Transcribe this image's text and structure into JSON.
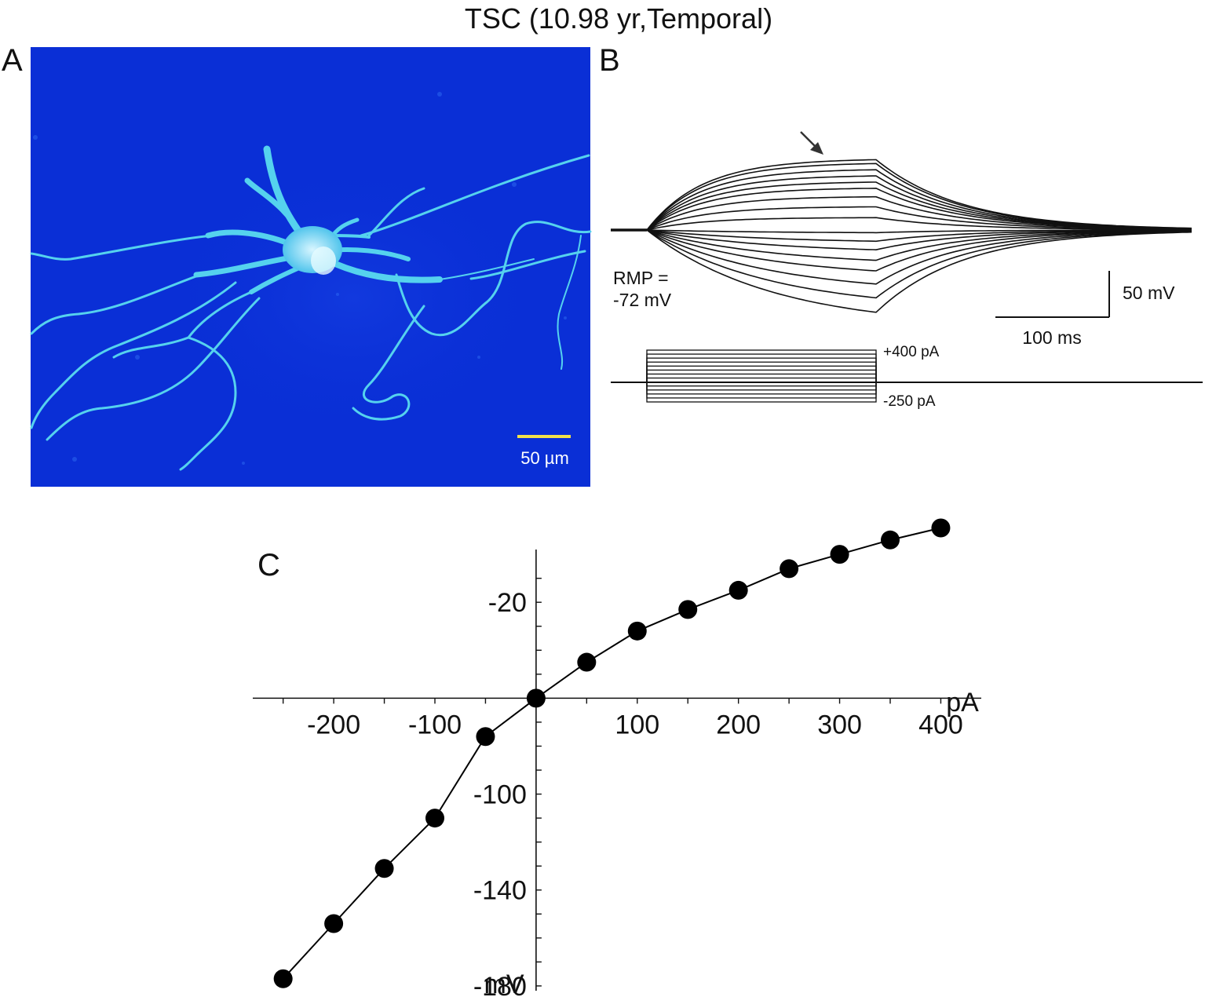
{
  "figure": {
    "title": "TSC (10.98 yr,Temporal)"
  },
  "panel_a": {
    "letter": "A",
    "image_type": "fluorescent micrograph of a biocytin-filled cell on dark blue background",
    "colors": {
      "background": "#0a2fd6",
      "cell": "#66e0f0",
      "scale_bar": "#f2e24a"
    },
    "scale_bar_label": "50 µm"
  },
  "panel_b": {
    "letter": "B",
    "rmp_line1": "RMP =",
    "rmp_line2": "-72 mV",
    "scale_voltage": "50 mV",
    "scale_time": "100 ms",
    "stim_max_label": "+400 pA",
    "stim_min_label": "-250 pA"
  },
  "chart_data": {
    "type": "line",
    "panel_letter": "C",
    "xlabel": "pA",
    "ylabel": "mV",
    "xlim": [
      -280,
      440
    ],
    "ylim": [
      -182,
      2
    ],
    "x_ticks": [
      -200,
      -100,
      100,
      200,
      300,
      400
    ],
    "x_minor_ticks": [
      -250,
      -200,
      -150,
      -100,
      -50,
      50,
      100,
      150,
      200,
      250,
      300,
      350,
      400
    ],
    "y_ticks": [
      -20,
      -100,
      -140,
      -180
    ],
    "y_minor_ticks": [
      -10,
      -20,
      -30,
      -40,
      -50,
      -70,
      -80,
      -90,
      -100,
      -110,
      -120,
      -130,
      -140,
      -150,
      -160,
      -170,
      -180
    ],
    "x_axis_at_y": -60,
    "y_axis_at_x": 0,
    "marker": "filled-circle",
    "line_color": "#000000",
    "series": [
      {
        "x": [
          -250,
          -200,
          -150,
          -100,
          -50,
          0,
          50,
          100,
          150,
          200,
          250,
          300,
          350,
          400
        ],
        "y": [
          -177,
          -154,
          -131,
          -110,
          -76,
          -60,
          -45,
          -32,
          -23,
          -15,
          -6,
          0,
          6,
          11
        ]
      }
    ]
  }
}
